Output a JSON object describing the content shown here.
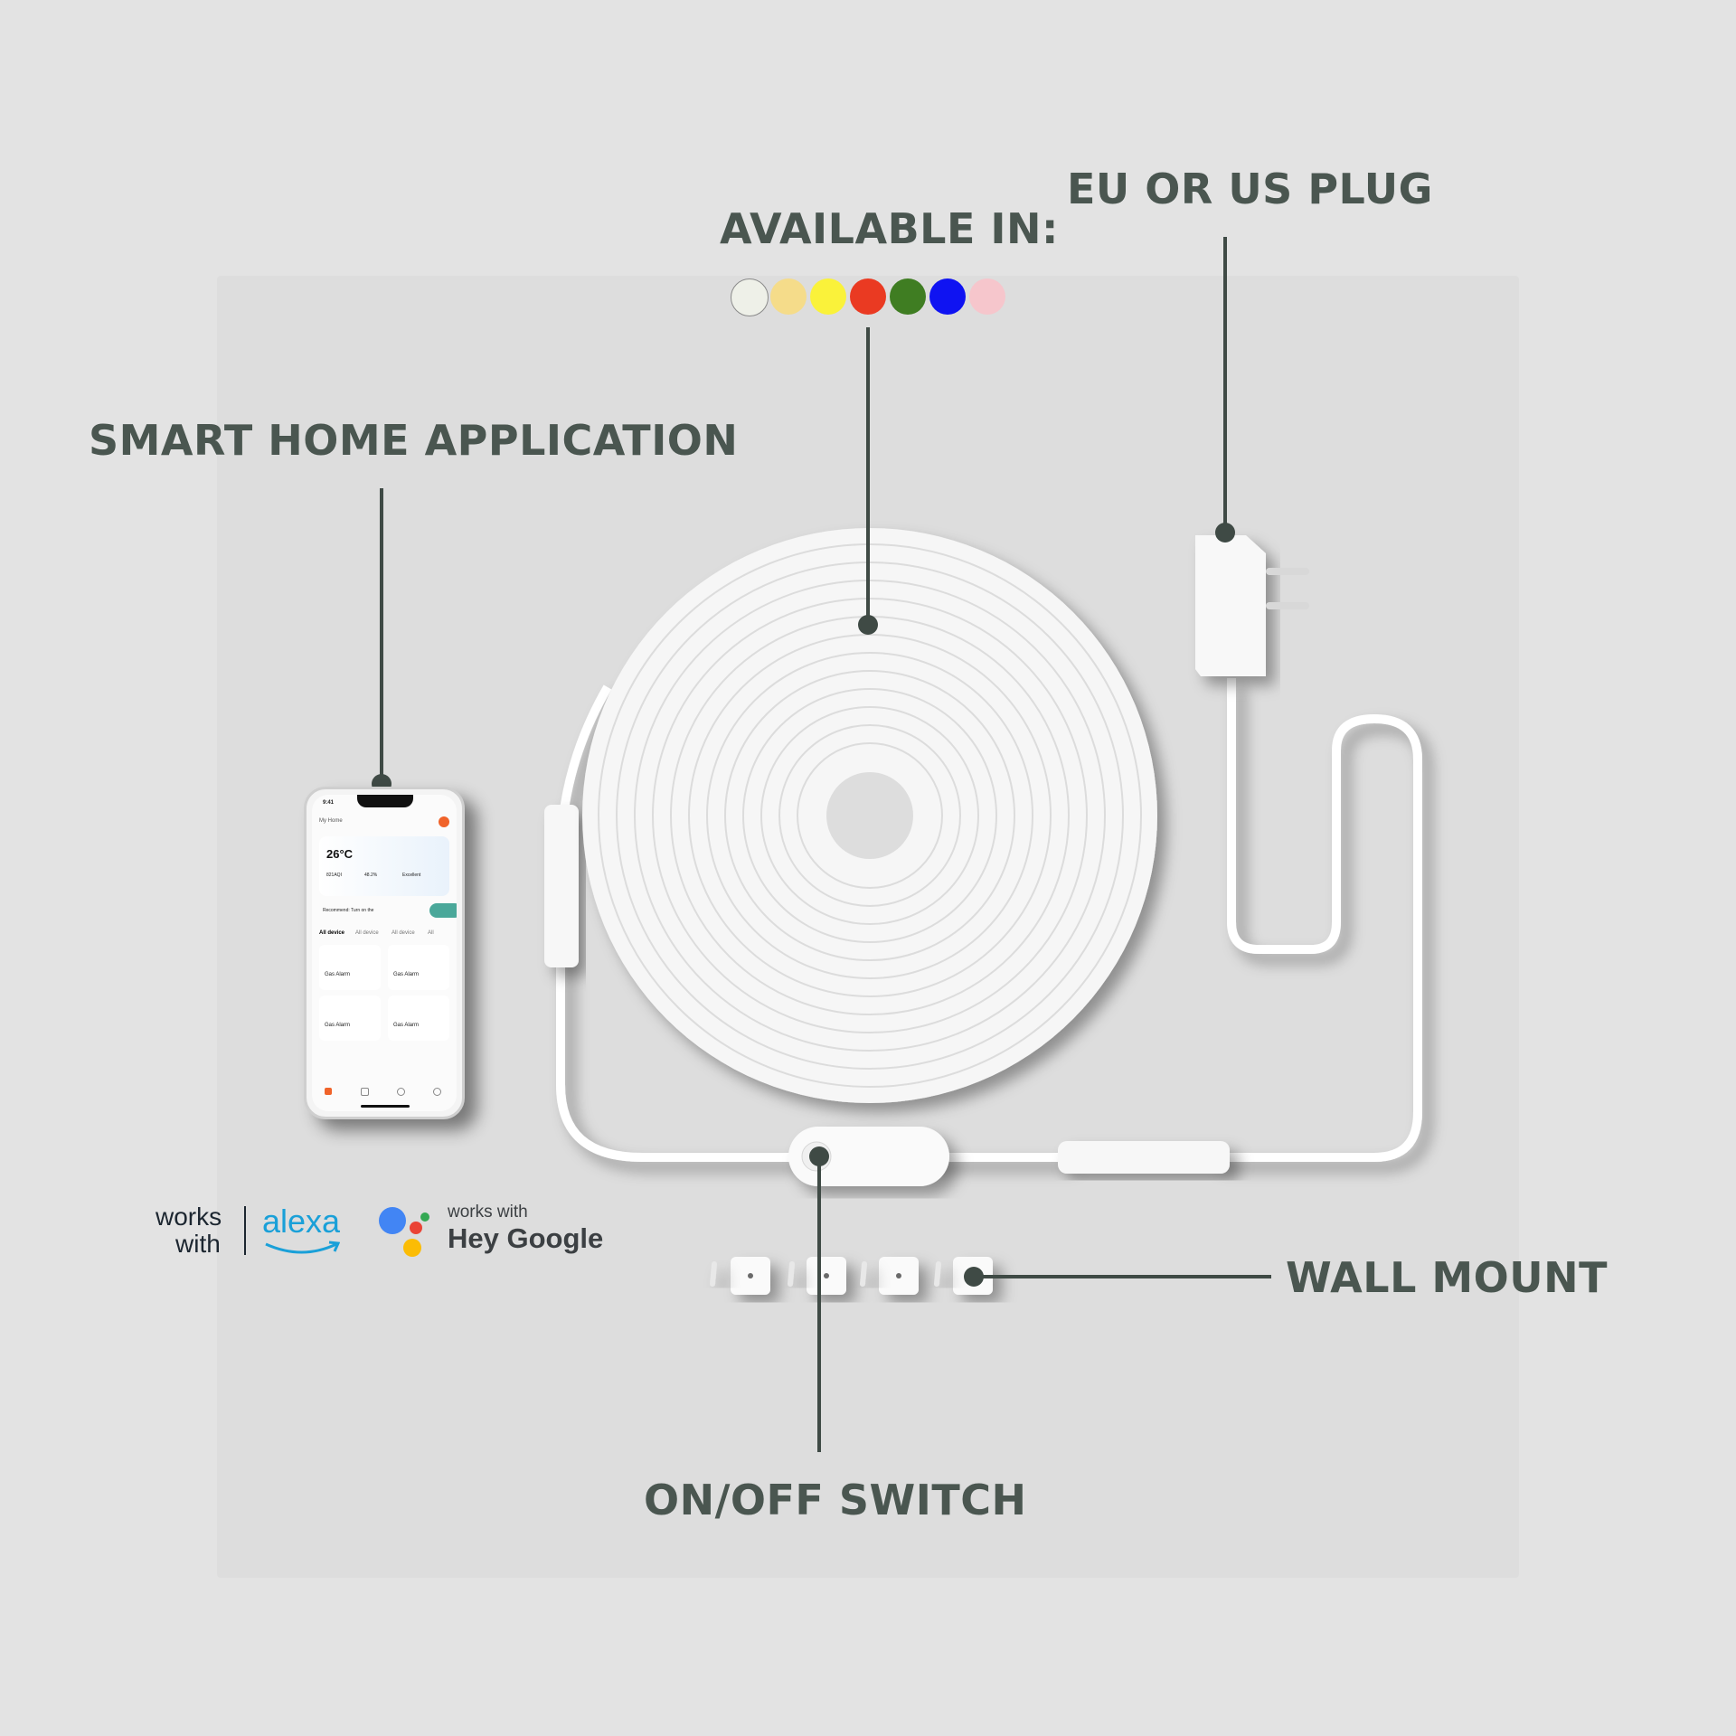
{
  "labels": {
    "available": "AVAILABLE IN:",
    "plug": "EU OR US PLUG",
    "app": "SMART HOME APPLICATION",
    "wall_mount": "WALL MOUNT",
    "switch": "ON/OFF SWITCH"
  },
  "color_options": [
    "#eef0e8",
    "#f5dc8a",
    "#faf23a",
    "#ea3a22",
    "#3f7d22",
    "#0f13f2",
    "#f6c6cc"
  ],
  "phone": {
    "time": "9:41",
    "home": "My Home",
    "temperature": "26°C",
    "aqi": "821AQI",
    "humidity": "48.2%",
    "air": "Excellent",
    "recommend": "Recommend: Turn on the",
    "tabs": [
      "All device",
      "All device",
      "All device",
      "All"
    ],
    "devices": [
      "Gas Alarm",
      "Gas Alarm",
      "Gas Alarm",
      "Gas Alarm"
    ]
  },
  "badges": {
    "alexa_works": "works",
    "alexa_with": "with",
    "alexa": "alexa",
    "google_works": "works with",
    "google": "Hey Google"
  }
}
